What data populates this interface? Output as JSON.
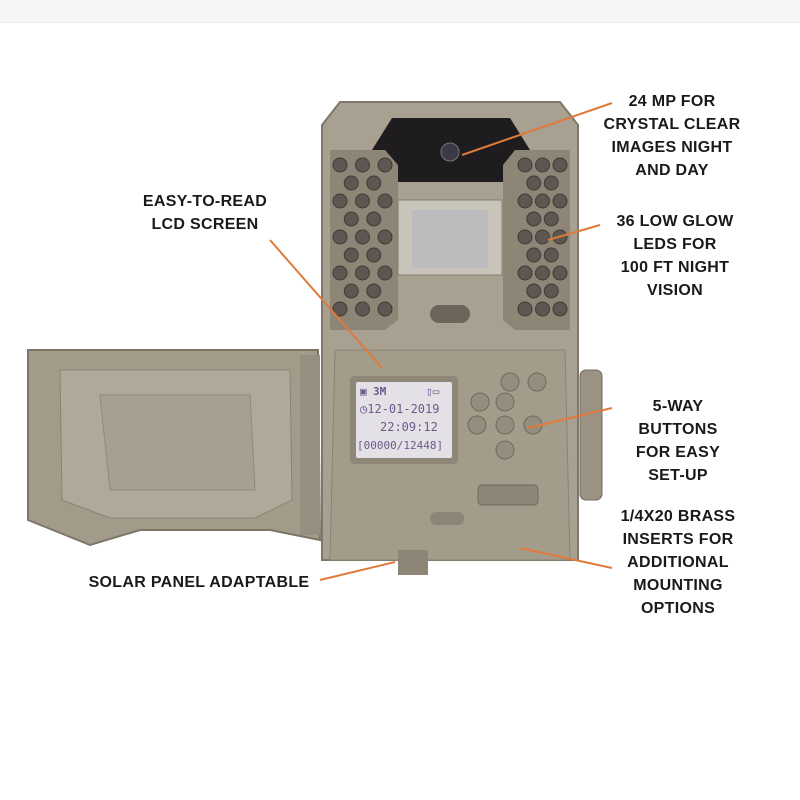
{
  "callouts": {
    "megapixel": "24 MP FOR\nCRYSTAL CLEAR\nIMAGES NIGHT\nAND DAY",
    "lcd": "EASY-TO-READ\nLCD SCREEN",
    "leds": "36 LOW GLOW\nLEDS FOR\n100 FT NIGHT\nVISION",
    "buttons": "5-WAY\nBUTTONS\nFOR EASY\nSET-UP",
    "inserts": "1/4X20 BRASS\nINSERTS FOR\nADDITIONAL\nMOUNTING\nOPTIONS",
    "solar": "SOLAR PANEL ADAPTABLE"
  },
  "lcd_screen": {
    "resolution": "3M",
    "date": "12-01-2019",
    "time": "22:09:12",
    "counter": "[00000/12448]"
  },
  "colors": {
    "accent": "#e07a3a",
    "body": "#a59d8c",
    "text": "#1a1a1a"
  }
}
